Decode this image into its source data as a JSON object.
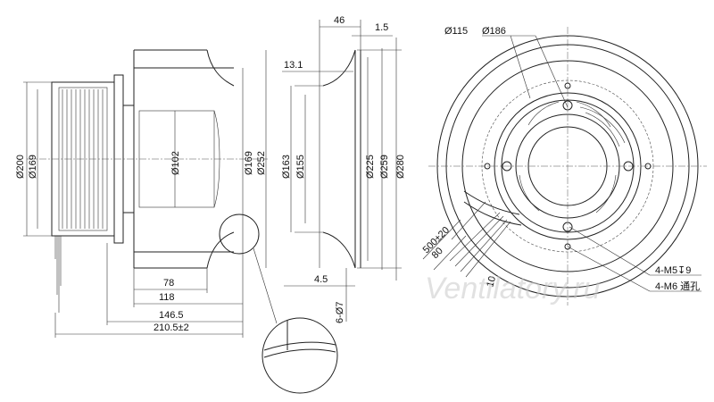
{
  "watermark": "Ventilatory.ru",
  "side_view": {
    "dims_vertical": [
      "Ø200",
      "Ø169",
      "Ø102",
      "Ø169",
      "Ø252"
    ],
    "dims_horizontal": [
      "78",
      "118",
      "146.5",
      "210.5±2"
    ]
  },
  "inlet_ring": {
    "dims_top": [
      "46",
      "1.5",
      "13.1"
    ],
    "dims_vertical": [
      "Ø163",
      "Ø155",
      "Ø225",
      "Ø259",
      "Ø280"
    ],
    "dims_bottom": [
      "4.5",
      "6-Ø7"
    ]
  },
  "front_view": {
    "dims_top": [
      "Ø115",
      "Ø186"
    ],
    "cable": [
      "500±20",
      "80",
      "10"
    ],
    "holes": [
      "4-M5↧9",
      "4-M6 通孔"
    ]
  }
}
